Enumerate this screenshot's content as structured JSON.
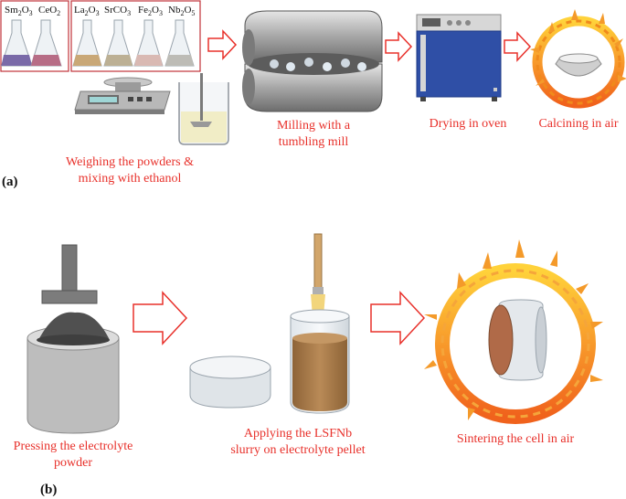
{
  "panel_a": {
    "label": "(a)",
    "chemicals_group1": [
      {
        "base": "Sm",
        "sub1": "2",
        "mid": "O",
        "sub2": "3"
      },
      {
        "base": "CeO",
        "sub1": "2",
        "mid": "",
        "sub2": ""
      }
    ],
    "chemicals_group2": [
      {
        "base": "La",
        "sub1": "2",
        "mid": "O",
        "sub2": "3"
      },
      {
        "base": "SrCO",
        "sub1": "3",
        "mid": "",
        "sub2": ""
      },
      {
        "base": "Fe",
        "sub1": "2",
        "mid": "O",
        "sub2": "3"
      },
      {
        "base": "Nb",
        "sub1": "2",
        "mid": "O",
        "sub2": "5"
      }
    ],
    "step1_line1": "Weighing the powders &",
    "step1_line2": "mixing with ethanol",
    "step2_line1": "Milling with a",
    "step2_line2": "tumbling mill",
    "step3": "Drying in oven",
    "step4": "Calcining in air"
  },
  "panel_b": {
    "label": "(b)",
    "step1_line1": "Pressing the electrolyte",
    "step1_line2": "powder",
    "step2_line1": "Applying the LSFNb",
    "step2_line2": "slurry on electrolyte pellet",
    "step3": "Sintering the cell in air"
  },
  "colors": {
    "caption": "#e8302a",
    "box_border": "#c0323a",
    "arrow": "#e8302a",
    "flask_powder_sm": "#7a6aa8",
    "flask_powder_ce": "#b76d86",
    "flask_powder_la": "#c9a877",
    "flask_powder_sr": "#bcb094",
    "flask_powder_fe": "#d9b9b3",
    "flask_powder_nb": "#bdbcb6",
    "oven": "#2f4fa6",
    "fire": "#f08a1c",
    "slurry": "#a6794b"
  }
}
